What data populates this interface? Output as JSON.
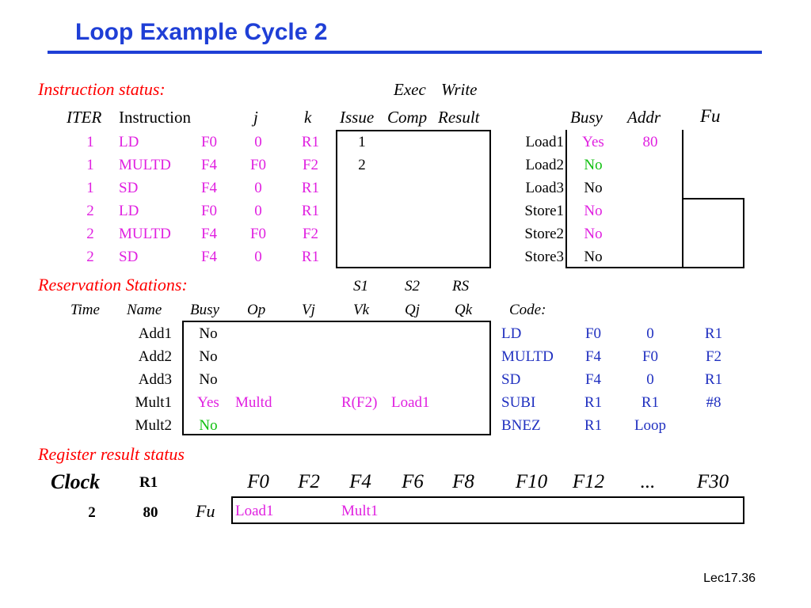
{
  "title": "Loop Example Cycle 2",
  "instr_status": {
    "heading": "Instruction status:",
    "exec": "Exec",
    "write": "Write",
    "headers": {
      "iter": "ITER",
      "instruction": "Instruction",
      "j": "j",
      "k": "k",
      "issue": "Issue",
      "comp": "Comp",
      "result": "Result"
    },
    "rows": [
      {
        "iter": "1",
        "op": "LD",
        "dest": "F0",
        "j": "0",
        "k": "R1",
        "issue": "1"
      },
      {
        "iter": "1",
        "op": "MULTD",
        "dest": "F4",
        "j": "F0",
        "k": "F2",
        "issue": "2"
      },
      {
        "iter": "1",
        "op": "SD",
        "dest": "F4",
        "j": "0",
        "k": "R1",
        "issue": ""
      },
      {
        "iter": "2",
        "op": "LD",
        "dest": "F0",
        "j": "0",
        "k": "R1",
        "issue": ""
      },
      {
        "iter": "2",
        "op": "MULTD",
        "dest": "F4",
        "j": "F0",
        "k": "F2",
        "issue": ""
      },
      {
        "iter": "2",
        "op": "SD",
        "dest": "F4",
        "j": "0",
        "k": "R1",
        "issue": ""
      }
    ]
  },
  "buffers": {
    "headers": {
      "busy": "Busy",
      "addr": "Addr",
      "fu": "Fu"
    },
    "rows": [
      {
        "name": "Load1",
        "busy": "Yes",
        "addr": "80"
      },
      {
        "name": "Load2",
        "busy": "No",
        "addr": ""
      },
      {
        "name": "Load3",
        "busy": "No",
        "addr": ""
      },
      {
        "name": "Store1",
        "busy": "No",
        "addr": ""
      },
      {
        "name": "Store2",
        "busy": "No",
        "addr": ""
      },
      {
        "name": "Store3",
        "busy": "No",
        "addr": ""
      }
    ]
  },
  "res_stations": {
    "heading": "Reservation Stations:",
    "top_headers": {
      "s1": "S1",
      "s2": "S2",
      "rs": "RS"
    },
    "headers": {
      "time": "Time",
      "name": "Name",
      "busy": "Busy",
      "op": "Op",
      "vj": "Vj",
      "vk": "Vk",
      "qj": "Qj",
      "qk": "Qk",
      "code": "Code:"
    },
    "rows": [
      {
        "name": "Add1",
        "busy": "No",
        "op": "",
        "vk": "",
        "qj": ""
      },
      {
        "name": "Add2",
        "busy": "No",
        "op": "",
        "vk": "",
        "qj": ""
      },
      {
        "name": "Add3",
        "busy": "No",
        "op": "",
        "vk": "",
        "qj": ""
      },
      {
        "name": "Mult1",
        "busy": "Yes",
        "op": "Multd",
        "vk": "R(F2)",
        "qj": "Load1"
      },
      {
        "name": "Mult2",
        "busy": "No",
        "op": "",
        "vk": "",
        "qj": ""
      }
    ],
    "code": [
      [
        "LD",
        "F0",
        "0",
        "R1"
      ],
      [
        "MULTD",
        "F4",
        "F0",
        "F2"
      ],
      [
        "SD",
        "F4",
        "0",
        "R1"
      ],
      [
        "SUBI",
        "R1",
        "R1",
        "#8"
      ],
      [
        "BNEZ",
        "R1",
        "Loop",
        ""
      ]
    ]
  },
  "reg_status": {
    "heading": "Register result status",
    "clock_label": "Clock",
    "r1_label": "R1",
    "registers": [
      "F0",
      "F2",
      "F4",
      "F6",
      "F8",
      "F10",
      "F12",
      "...",
      "F30"
    ],
    "clock": "2",
    "r1": "80",
    "fu_label": "Fu",
    "fu_values": [
      "Load1",
      "",
      "Mult1",
      "",
      "",
      "",
      "",
      "",
      ""
    ]
  },
  "footer": "Lec17.36",
  "colors": {
    "title": "#1f3fd6",
    "heading": "#ff0000",
    "magenta": "#e020e0",
    "green": "#10c010",
    "blue": "#2030c0"
  }
}
